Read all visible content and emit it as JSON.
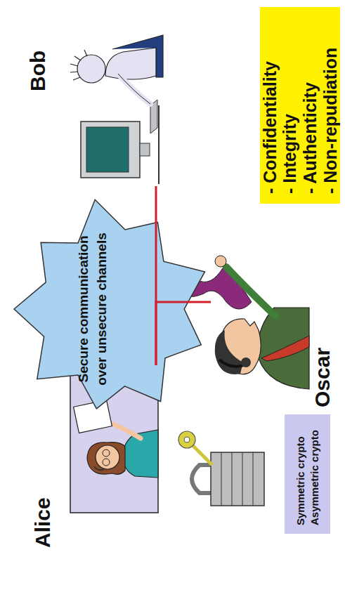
{
  "diagram": {
    "nodes": [
      {
        "text": [
          "Alice"
        ]
      },
      {
        "text": [
          "Secure communication over unsecure channels"
        ]
      },
      {
        "text": [
          "Bob"
        ]
      },
      {
        "text": [
          "Symmetric crypto",
          "Asymmetric crypto"
        ]
      },
      {
        "text": [
          "Oscar"
        ]
      },
      {
        "text": [
          "- Confidentiality",
          "- Integrity",
          "- Authenticity",
          "- Non-repudiation"
        ]
      }
    ],
    "edges": [
      {
        "from": 0,
        "to": 2,
        "arrow": "none"
      },
      {
        "from": 0,
        "to": 4,
        "arrow": "none"
      }
    ]
  }
}
